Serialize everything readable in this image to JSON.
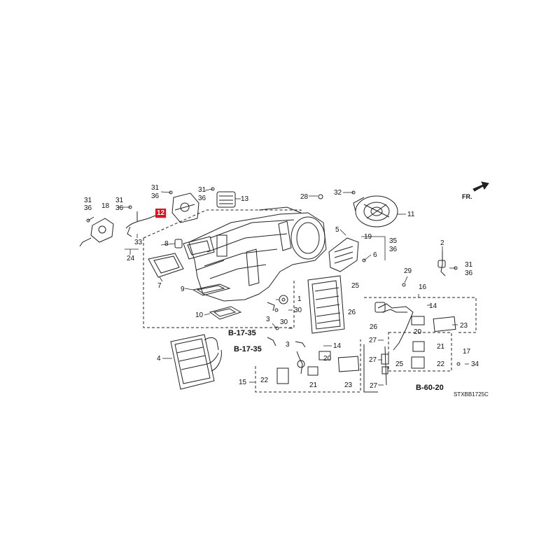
{
  "diagram": {
    "code": "STXBB1725C",
    "direction_marker": "FR.",
    "highlighted_part": "12",
    "highlight_color": "#d9141b",
    "line_color": "#222222",
    "references": [
      "B-17-35",
      "B-17-35",
      "B-60-20"
    ],
    "callouts": {
      "c31a": "31",
      "c36a": "36",
      "c18": "18",
      "c31b": "31",
      "c36b": "36",
      "c31c": "31",
      "c36c": "36",
      "c12": "12",
      "c31d": "31",
      "c36d": "36",
      "c13": "13",
      "c33": "33",
      "c24": "24",
      "c8": "8",
      "c7": "7",
      "c9": "9",
      "c10": "10",
      "c28": "28",
      "c32": "32",
      "c11": "11",
      "c5": "5",
      "c19": "19",
      "c35": "35",
      "c36e": "36",
      "c6": "6",
      "c2": "2",
      "c31e": "31",
      "c36f": "36",
      "c1": "1",
      "c30a": "30",
      "c3a": "3",
      "c30b": "30",
      "c3b": "3",
      "c25a": "25",
      "c26a": "26",
      "c29": "29",
      "c16": "16",
      "c14a": "14",
      "c20a": "20",
      "c23a": "23",
      "c26b": "26",
      "c4": "4",
      "c14b": "14",
      "c20b": "20",
      "c21a": "21",
      "c22a": "22",
      "c23b": "23",
      "c15": "15",
      "c27a": "27",
      "c27b": "27",
      "c25b": "25",
      "c21b": "21",
      "c17": "17",
      "c22b": "22",
      "c34": "34",
      "c27c": "27"
    }
  }
}
